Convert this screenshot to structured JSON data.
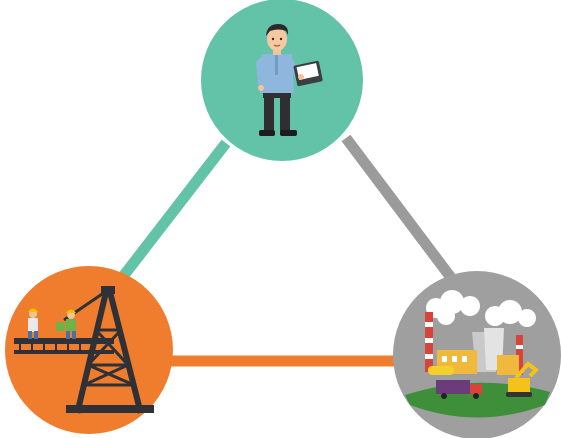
{
  "diagram": {
    "nodes": [
      {
        "id": "inspector",
        "icon": "inspector-with-clipboard-icon",
        "color": "#63c3a9"
      },
      {
        "id": "installation",
        "icon": "workers-on-gantry-crane-icon",
        "color": "#ef7d2d"
      },
      {
        "id": "industry",
        "icon": "industrial-plant-icon",
        "color": "#9f9f9f"
      }
    ],
    "edges": [
      {
        "from": "inspector",
        "to": "installation",
        "color": "#63c3a9"
      },
      {
        "from": "inspector",
        "to": "industry",
        "color": "#9b9b9b"
      },
      {
        "from": "installation",
        "to": "industry",
        "color": "#ef7d2d"
      }
    ]
  }
}
